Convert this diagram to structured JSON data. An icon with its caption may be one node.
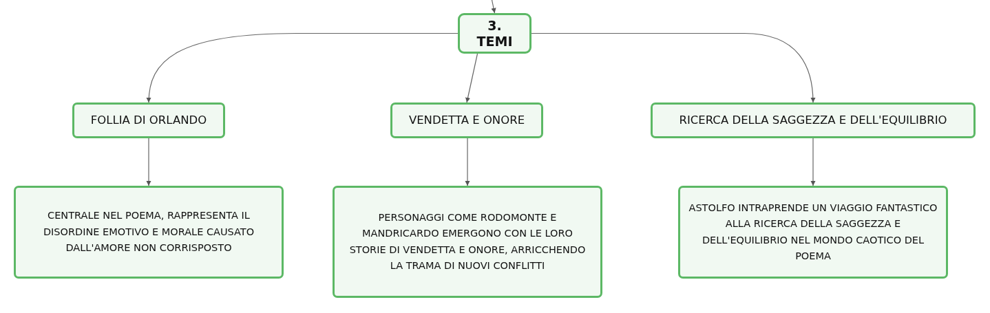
{
  "diagram": {
    "nodes": [
      {
        "text": [
          "3. TEMI"
        ]
      },
      {
        "text": [
          "FOLLIA DI ORLANDO"
        ]
      },
      {
        "text": [
          "VENDETTA E ONORE"
        ]
      },
      {
        "text": [
          "RICERCA DELLA SAGGEZZA E DELL'EQUILIBRIO"
        ]
      },
      {
        "text": [
          "CENTRALE NEL POEMA, RAPPRESENTA IL DISORDINE EMOTIVO E MORALE CAUSATO DALL'AMORE NON CORRISPOSTO"
        ]
      },
      {
        "text": [
          "PERSONAGGI COME RODOMONTE E MANDRICARDO EMERGONO CON LE LORO STORIE DI VENDETTA E ONORE, ARRICCHENDO LA TRAMA DI NUOVI CONFLITTI"
        ]
      },
      {
        "text": [
          "ASTOLFO INTRAPRENDE UN VIAGGIO FANTASTICO ALLA RICERCA DELLA SAGGEZZA E DELL'EQUILIBRIO NEL MONDO CAOTICO DEL POEMA"
        ]
      }
    ],
    "edges": [
      {
        "from": null,
        "to": 0,
        "arrow": "to"
      },
      {
        "from": 0,
        "to": 1,
        "arrow": "to"
      },
      {
        "from": 0,
        "to": 2,
        "arrow": "to"
      },
      {
        "from": 0,
        "to": 3,
        "arrow": "to"
      },
      {
        "from": 1,
        "to": 4,
        "arrow": "to"
      },
      {
        "from": 2,
        "to": 5,
        "arrow": "to"
      },
      {
        "from": 3,
        "to": 6,
        "arrow": "to"
      }
    ]
  }
}
